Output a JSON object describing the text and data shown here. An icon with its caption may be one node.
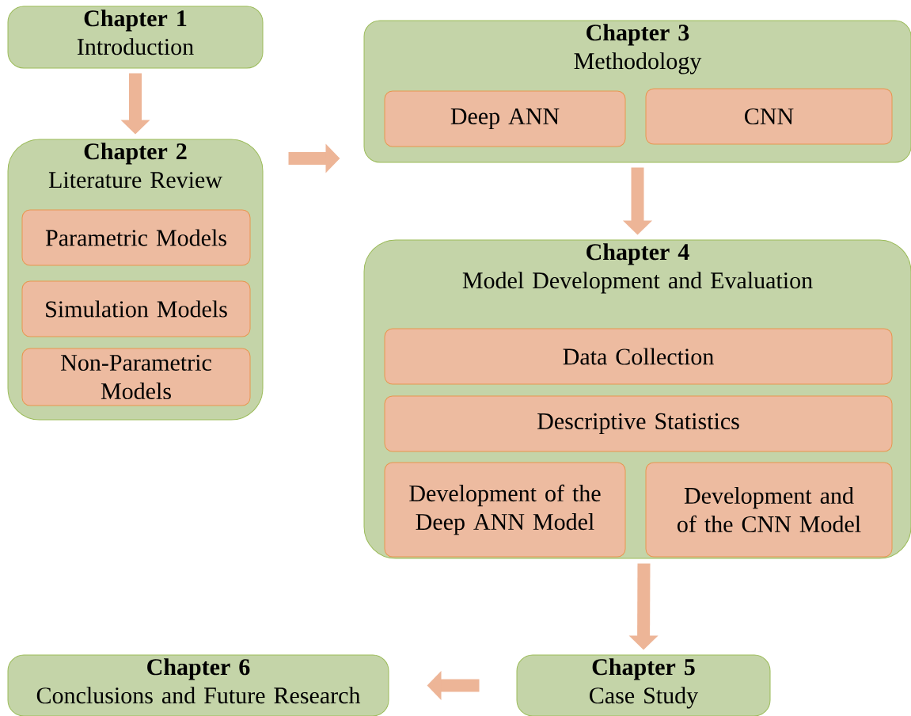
{
  "diagram": {
    "nodes": [
      {
        "text": [
          "Chapter 1",
          "Introduction"
        ]
      },
      {
        "text": [
          "Chapter 2",
          "Literature Review"
        ]
      },
      {
        "text": [
          "Parametric Models"
        ],
        "in": 1
      },
      {
        "text": [
          "Simulation  Models"
        ],
        "in": 1
      },
      {
        "text": [
          "Non-Parametric Models"
        ],
        "in": 1
      },
      {
        "text": [
          "Chapter 3",
          "Methodology"
        ]
      },
      {
        "text": [
          "Deep ANN"
        ],
        "in": 5
      },
      {
        "text": [
          "CNN"
        ],
        "in": 5
      },
      {
        "text": [
          "Chapter 4",
          "Model Development and Evaluation"
        ]
      },
      {
        "text": [
          "Data Collection"
        ],
        "in": 8
      },
      {
        "text": [
          "Descriptive Statistics"
        ],
        "in": 8
      },
      {
        "text": [
          "Development of the Deep ANN Model"
        ],
        "in": 8
      },
      {
        "text": [
          "Development and of the  CNN Model"
        ],
        "in": 8
      },
      {
        "text": [
          "Chapter 5",
          "Case Study"
        ]
      },
      {
        "text": [
          "Chapter 6",
          "Conclusions and Future Research"
        ]
      }
    ],
    "edges": [
      {
        "from": 0,
        "to": 1,
        "arrow": "to"
      },
      {
        "from": 1,
        "to": 5,
        "arrow": "to"
      },
      {
        "from": 5,
        "to": 8,
        "arrow": "to"
      },
      {
        "from": 8,
        "to": 13,
        "arrow": "to"
      },
      {
        "from": 13,
        "to": 14,
        "arrow": "to"
      }
    ]
  }
}
